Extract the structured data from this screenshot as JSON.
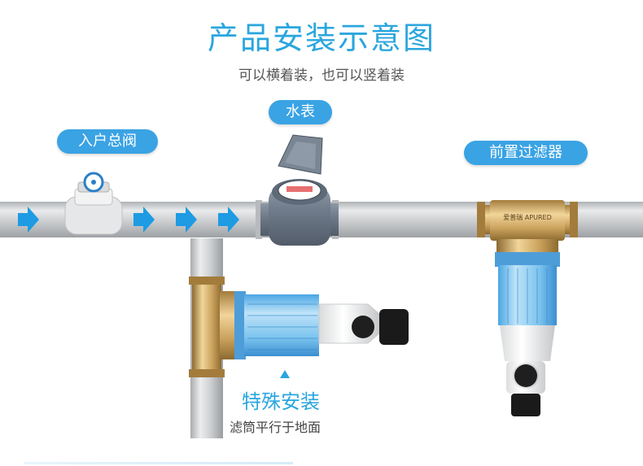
{
  "title": "产品安装示意图",
  "subtitle": "可以横着装，也可以竖着装",
  "labels": {
    "main_valve": "入户总阀",
    "water_meter": "水表",
    "pre_filter": "前置过滤器"
  },
  "special": {
    "title": "特殊安装",
    "note": "滤筒平行于地面"
  },
  "brand_mark": "爱普瑞 APURED",
  "colors": {
    "accent": "#2aa6de",
    "pill": "#3aa3e4",
    "pipe": "#c9cbcd",
    "brass": "#c9a15c",
    "filter_blue": "#7cc4ef",
    "arrow": "#1e9be3"
  }
}
